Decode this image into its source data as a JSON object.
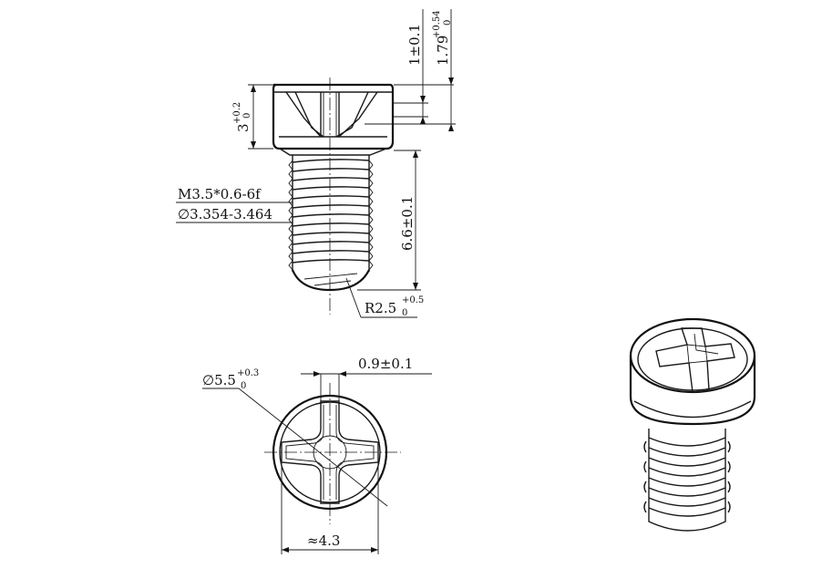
{
  "annotations": {
    "head_slot_depth": "1±0.1",
    "head_recess_depth_base": "1.79",
    "head_recess_depth_tol_upper": "+0.54",
    "head_recess_depth_tol_lower": "0",
    "head_height_base": "3",
    "head_height_tol_upper": "+0.2",
    "head_height_tol_lower": "0",
    "thread_spec": "M3.5*0.6-6f",
    "thread_diameter": "∅3.354-3.464",
    "shank_length": "6.6±0.1",
    "tip_radius_base": "R2.5",
    "tip_radius_tol_upper": "+0.5",
    "tip_radius_tol_lower": "0",
    "head_diameter_base": "∅5.5",
    "head_diameter_tol_upper": "+0.3",
    "head_diameter_tol_lower": "0",
    "slot_width": "0.9±0.1",
    "recess_width": "≈4.3"
  }
}
